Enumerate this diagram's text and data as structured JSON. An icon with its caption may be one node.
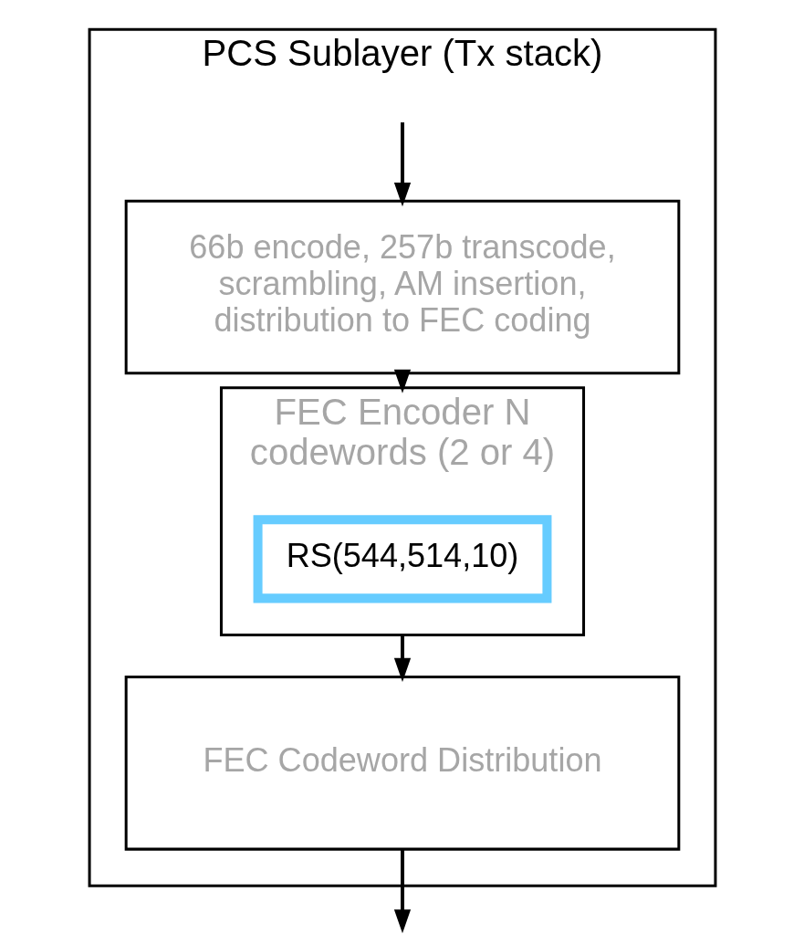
{
  "diagram": {
    "nodes": [
      {
        "text": [
          "PCS Sublayer (Tx stack)"
        ]
      },
      {
        "text": [
          "66b encode, 257b transcode, scrambling, AM insertion, distribution to FEC coding"
        ],
        "in": 0
      },
      {
        "text": [
          "FEC Encoder N codewords (2 or 4)"
        ],
        "in": 0
      },
      {
        "text": [
          "RS(544,514,10)"
        ],
        "in": 2
      },
      {
        "text": [
          "FEC Codeword Distribution"
        ],
        "in": 0
      }
    ],
    "edges": [
      {
        "from": null,
        "to": 1,
        "arrow": "to"
      },
      {
        "from": 1,
        "to": 2,
        "arrow": "to"
      },
      {
        "from": 2,
        "to": 4,
        "arrow": "to"
      },
      {
        "from": 4,
        "to": null,
        "arrow": "to"
      }
    ]
  }
}
